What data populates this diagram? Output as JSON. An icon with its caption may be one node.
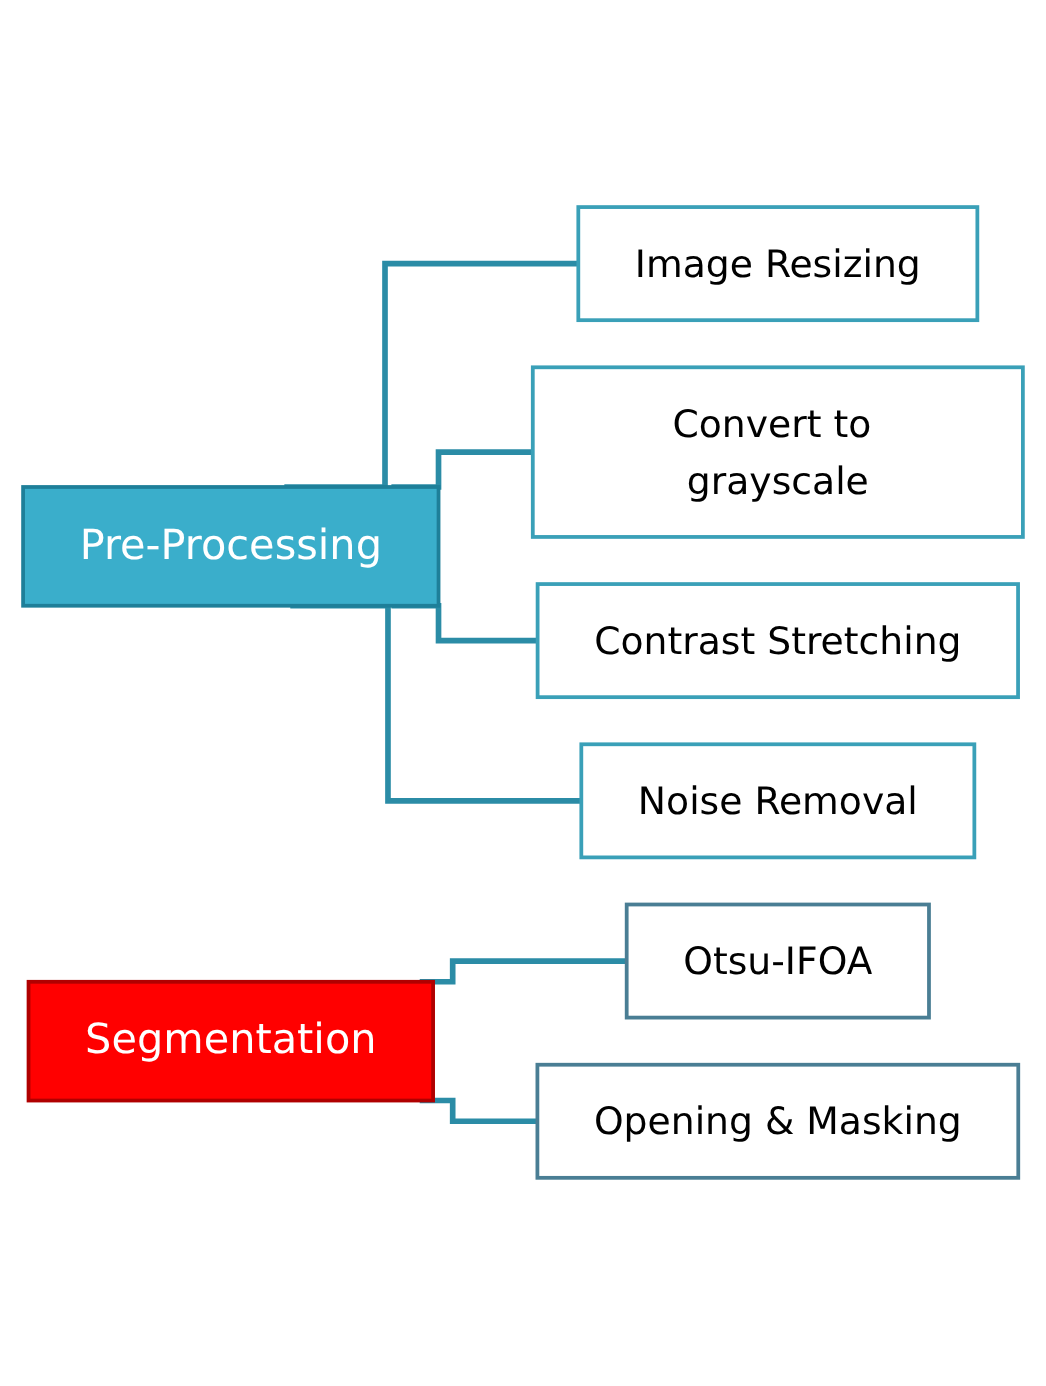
{
  "diagram": {
    "nodes": [
      {
        "text": [
          "Pre-Processing"
        ]
      },
      {
        "text": [
          "Image Resizing"
        ]
      },
      {
        "text": [
          "Convert to grayscale"
        ]
      },
      {
        "text": [
          "Contrast Stretching"
        ]
      },
      {
        "text": [
          "Noise Removal"
        ]
      },
      {
        "text": [
          "Segmentation"
        ]
      },
      {
        "text": [
          "Otsu-IFOA"
        ]
      },
      {
        "text": [
          "Opening & Masking"
        ]
      }
    ],
    "edges": [
      {
        "from": 0,
        "to": 1,
        "arrow": "none"
      },
      {
        "from": 0,
        "to": 2,
        "arrow": "none"
      },
      {
        "from": 0,
        "to": 3,
        "arrow": "none"
      },
      {
        "from": 0,
        "to": 4,
        "arrow": "none"
      },
      {
        "from": 5,
        "to": 6,
        "arrow": "none"
      },
      {
        "from": 5,
        "to": 7,
        "arrow": "none"
      }
    ]
  }
}
